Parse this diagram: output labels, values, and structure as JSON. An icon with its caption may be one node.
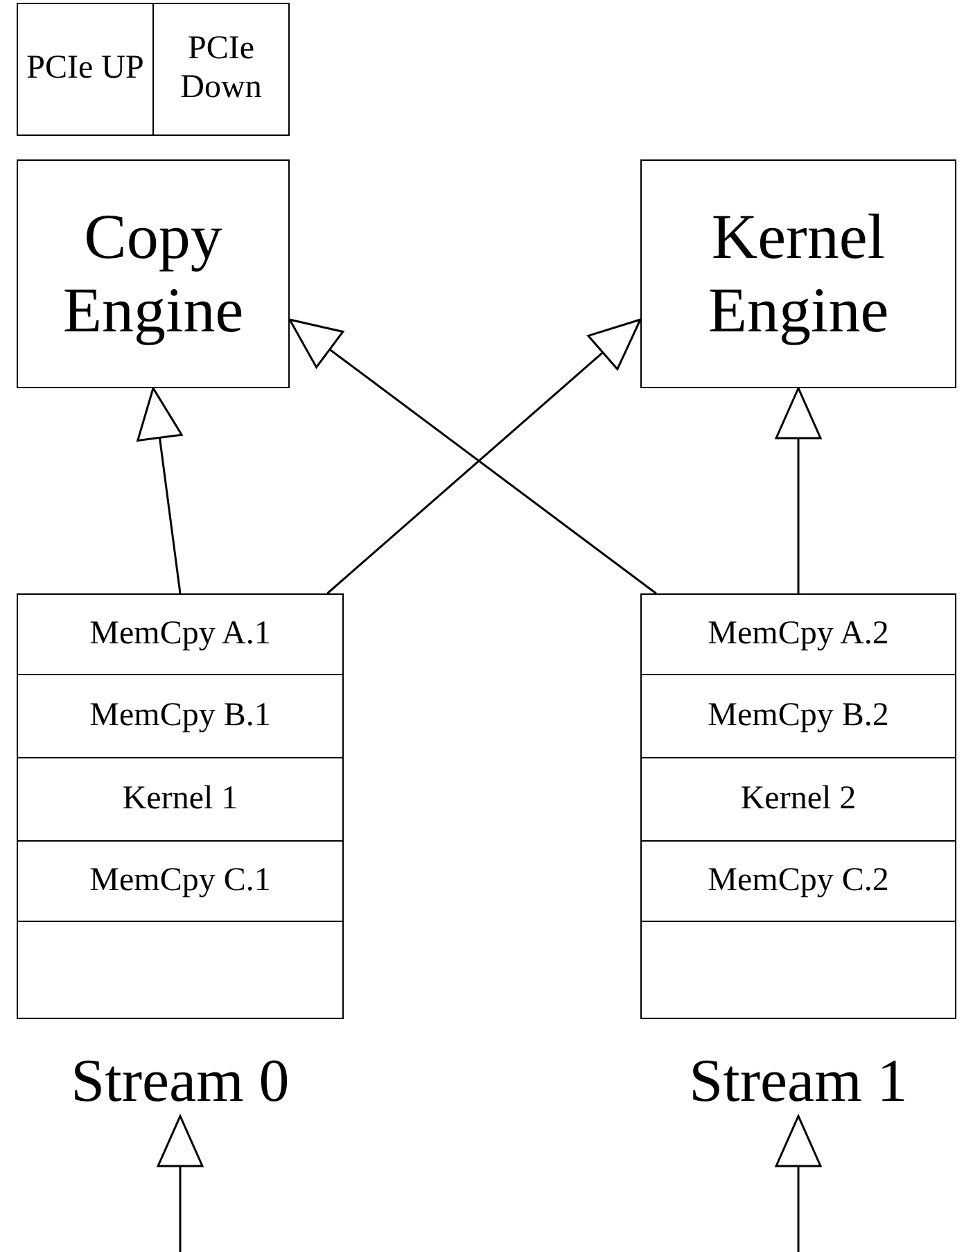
{
  "diagram": {
    "nodes": [
      {
        "text": [
          "PCIe UP"
        ]
      },
      {
        "text": [
          "PCIe Down"
        ]
      },
      {
        "text": [
          "Copy Engine"
        ]
      },
      {
        "text": [
          "Kernel Engine"
        ]
      },
      {
        "text": [
          "Stream 0"
        ]
      },
      {
        "text": [
          "MemCpy A.1"
        ],
        "in": 4
      },
      {
        "text": [
          "MemCpy B.1"
        ],
        "in": 4
      },
      {
        "text": [
          "Kernel 1"
        ],
        "in": 4
      },
      {
        "text": [
          "MemCpy C.1"
        ],
        "in": 4
      },
      {
        "text": [],
        "shape": "box",
        "in": 4
      },
      {
        "text": [
          "Stream 1"
        ]
      },
      {
        "text": [
          "MemCpy A.2"
        ],
        "in": 10
      },
      {
        "text": [
          "MemCpy B.2"
        ],
        "in": 10
      },
      {
        "text": [
          "Kernel 2"
        ],
        "in": 10
      },
      {
        "text": [
          "MemCpy C.2"
        ],
        "in": 10
      },
      {
        "text": [],
        "shape": "box",
        "in": 10
      }
    ],
    "edges": [
      {
        "from": 4,
        "to": 2,
        "arrow": "to"
      },
      {
        "from": 4,
        "to": 3,
        "arrow": "to"
      },
      {
        "from": 10,
        "to": 2,
        "arrow": "to"
      },
      {
        "from": 10,
        "to": 3,
        "arrow": "to"
      },
      {
        "from": null,
        "to": 4,
        "arrow": "to"
      },
      {
        "from": null,
        "to": 10,
        "arrow": "to"
      }
    ]
  }
}
